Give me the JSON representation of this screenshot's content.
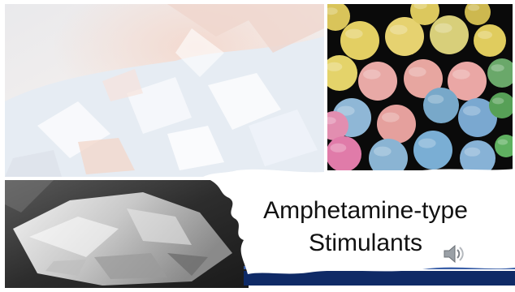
{
  "slide": {
    "title_line1": "Amphetamine-type",
    "title_line2": "Stimulants"
  },
  "images": [
    {
      "name": "crystal-powder-photo"
    },
    {
      "name": "pills-photo"
    },
    {
      "name": "crystal-rock-photo"
    }
  ],
  "icons": {
    "audio": "speaker-icon"
  },
  "colors": {
    "bar_dark": "#0f2a66",
    "bar_light": "#3a5fa8",
    "title_text": "#111111"
  }
}
